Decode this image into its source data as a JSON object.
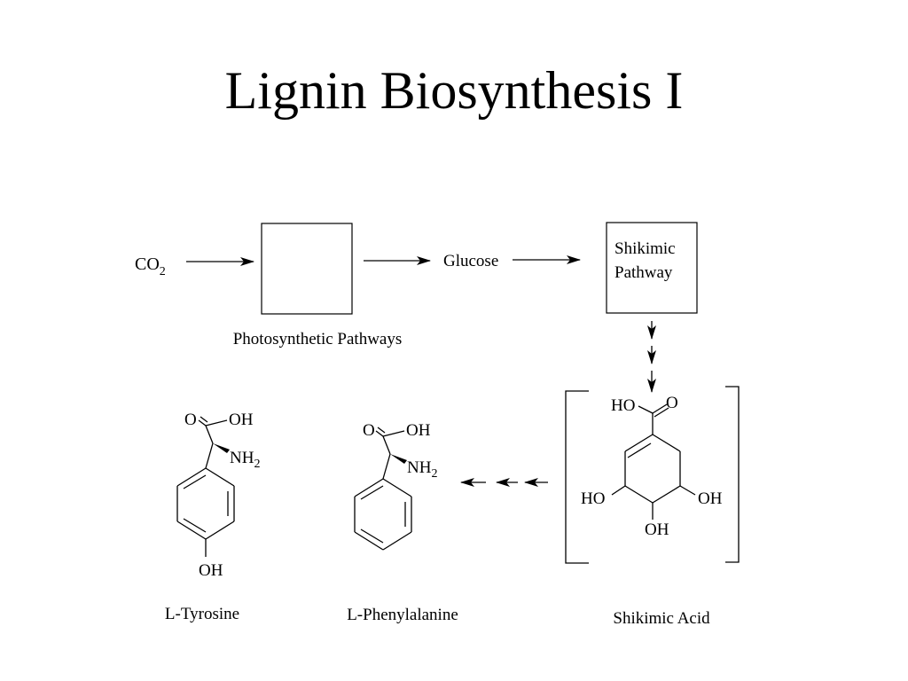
{
  "title": "Lignin Biosynthesis I",
  "flow": {
    "co2": "CO",
    "co2_sub": "2",
    "photosynthesis_label": "Photosynthetic Pathways",
    "glucose": "Glucose",
    "shikimic_pathway_line1": "Shikimic",
    "shikimic_pathway_line2": "Pathway"
  },
  "molecules": {
    "tyrosine": {
      "name": "L-Tyrosine",
      "o": "O",
      "oh_acid": "OH",
      "nh": "NH",
      "nh_sub": "2",
      "oh_phenol": "OH"
    },
    "phenylalanine": {
      "name": "L-Phenylalanine",
      "o": "O",
      "oh_acid": "OH",
      "nh": "NH",
      "nh_sub": "2"
    },
    "shikimic_acid": {
      "name": "Shikimic Acid",
      "ho_acid": "HO",
      "o": "O",
      "ho_left": "HO",
      "oh_right": "OH",
      "oh_bottom": "OH"
    }
  }
}
